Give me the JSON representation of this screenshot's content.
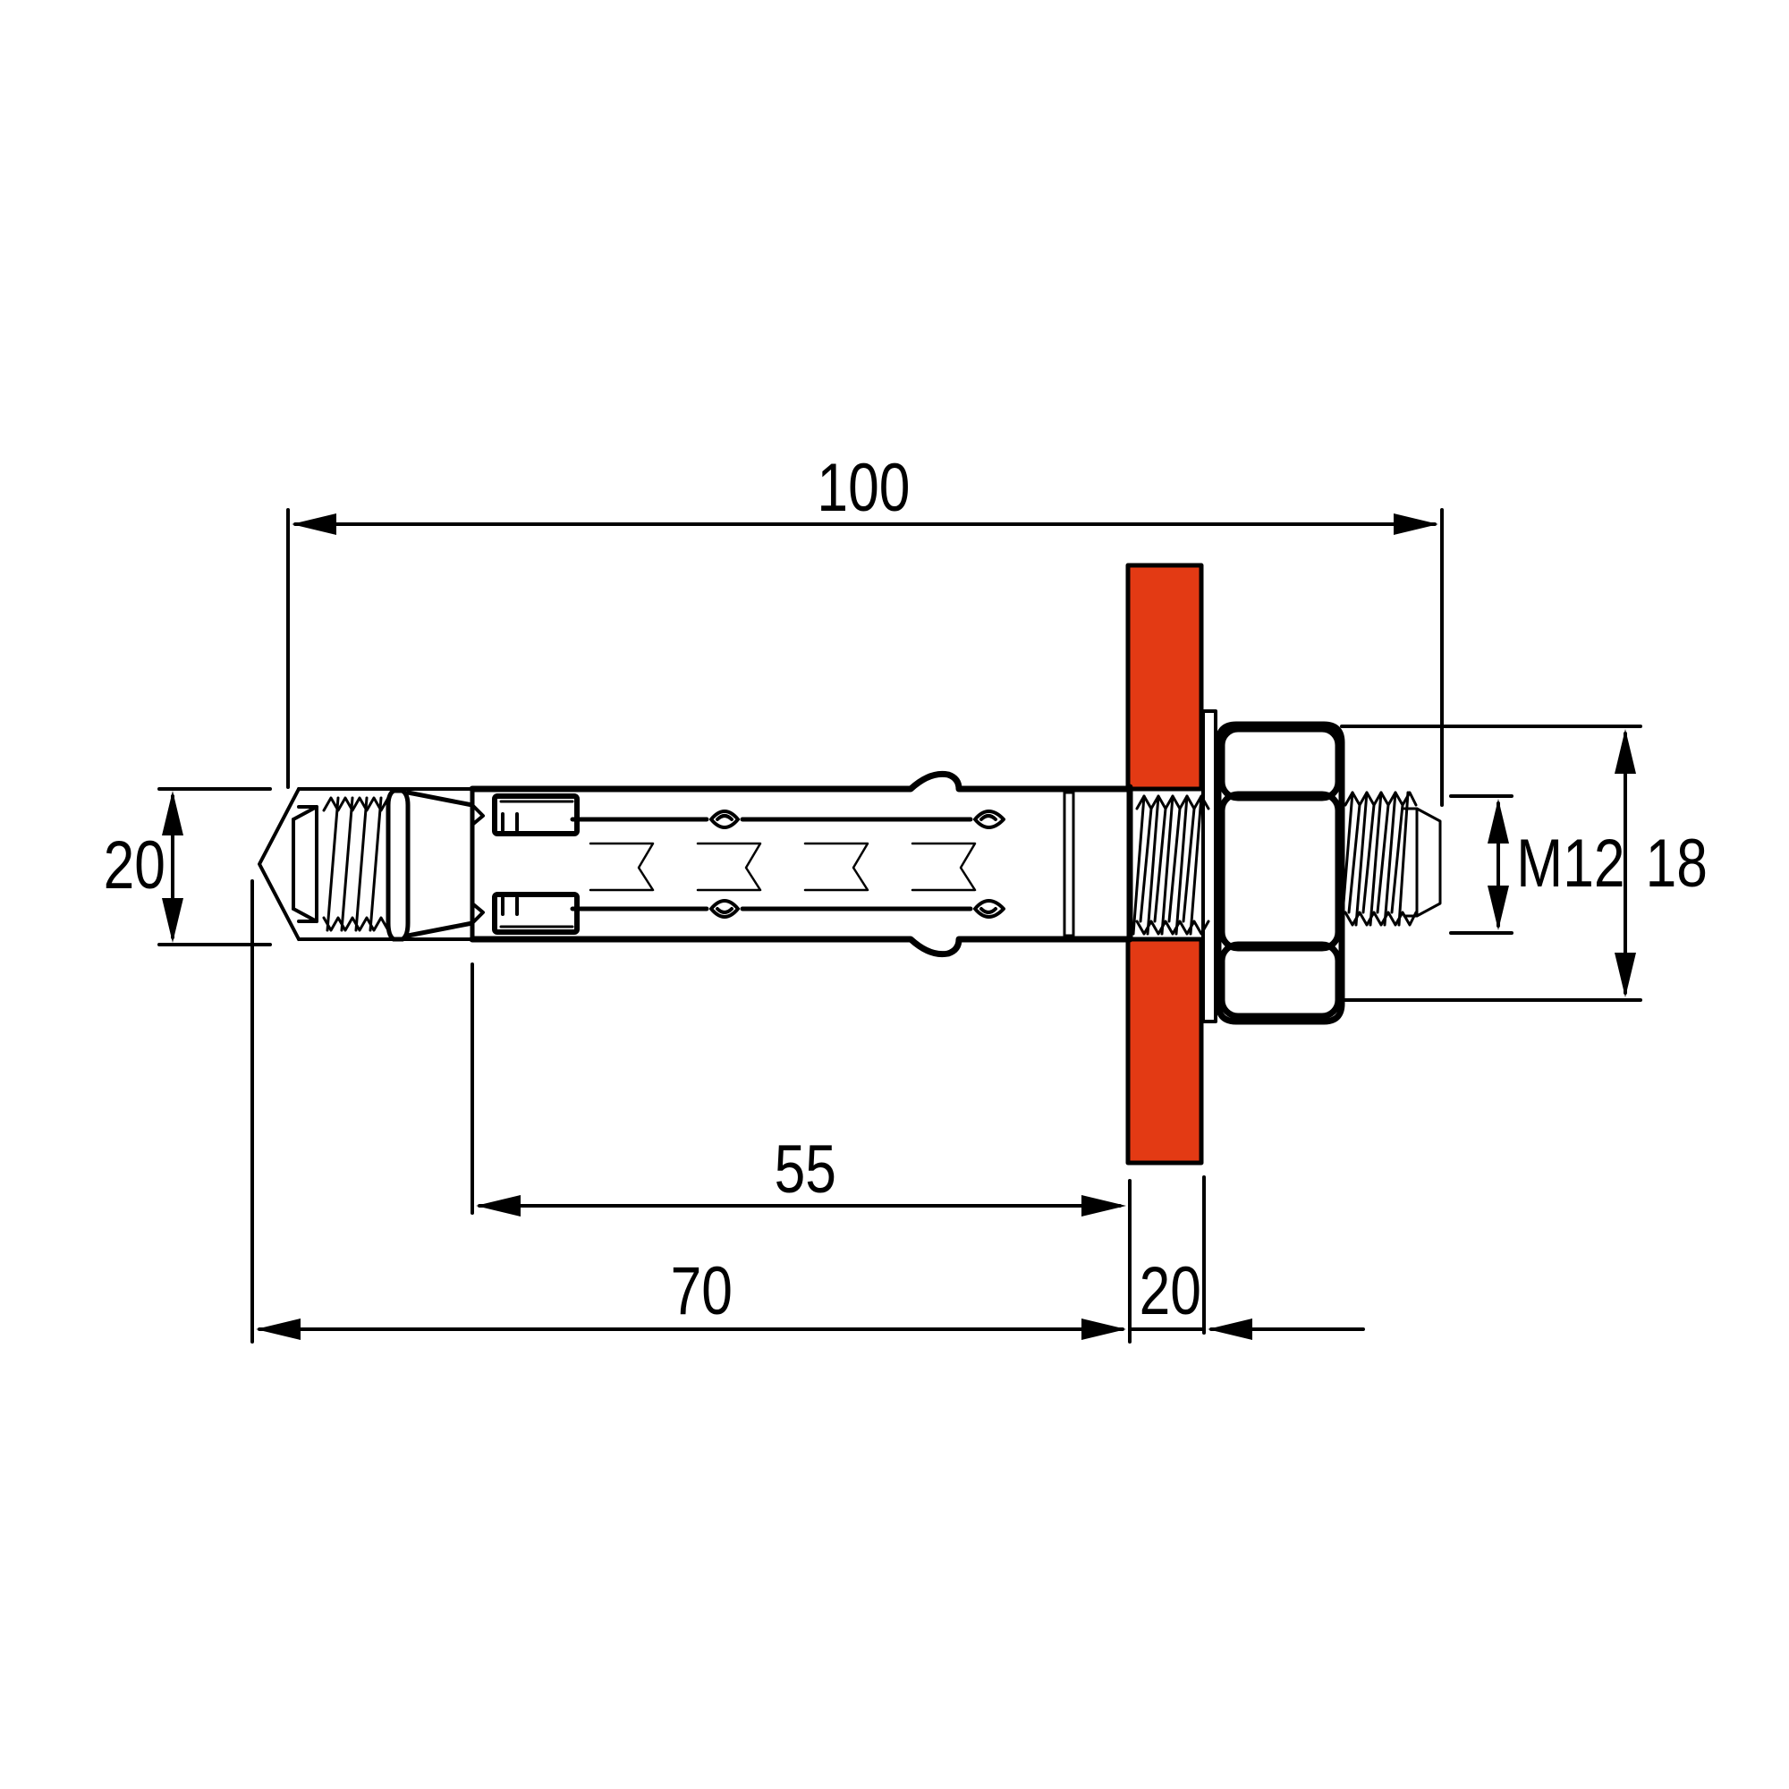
{
  "drawing": {
    "subject": "Sleeve anchor with hex nut and washer through fixture",
    "colors": {
      "line": "#000000",
      "fixture_fill": "#E33A14",
      "background": "#FFFFFF"
    }
  },
  "dimensions": {
    "total_length": "100",
    "sleeve_length": "55",
    "anchorage_depth": "70",
    "fixture_thickness": "20",
    "sleeve_diameter": "20",
    "thread_size": "M12",
    "nut_width": "18"
  }
}
